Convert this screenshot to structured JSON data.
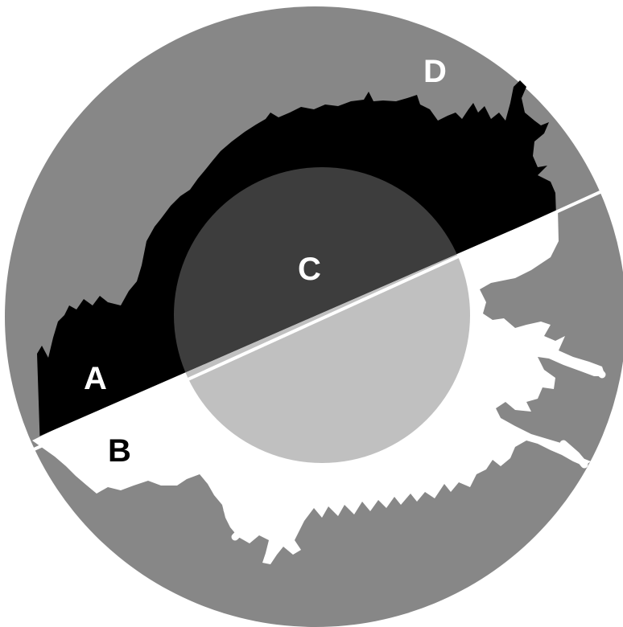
{
  "labels": {
    "a": "A",
    "b": "B",
    "c": "C",
    "d": "D"
  },
  "colors": {
    "outer_disc": "#878787",
    "region_a": "#000000",
    "region_b": "#ffffff",
    "inner_upper": "#3d3d3d",
    "inner_lower": "#c0c0c0",
    "divider": "#ffffff",
    "label_on_dark": "#ffffff",
    "label_on_light": "#000000"
  }
}
